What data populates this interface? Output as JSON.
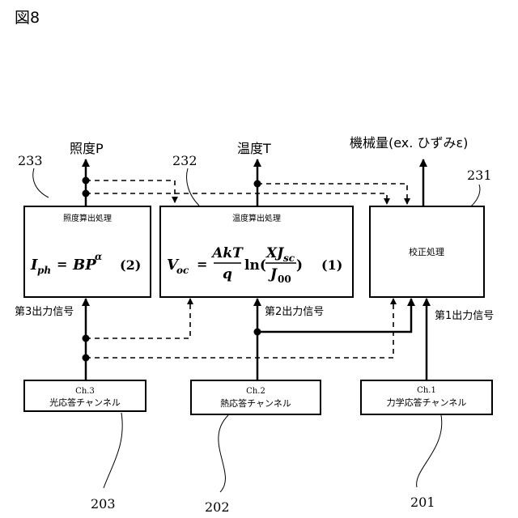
{
  "figure_label": "図8",
  "outputs": {
    "illuminance": "照度P",
    "temperature": "温度T",
    "mechanical": "機械量(ex. ひずみε)"
  },
  "blocks": {
    "b233": {
      "ref": "233",
      "title": "照度算出処理",
      "eq_lhs_main": "I",
      "eq_lhs_sub": "ph",
      "eq_eq": "=",
      "eq_rhs_main": "BP",
      "eq_rhs_sup": "α",
      "eq_num": "(2)"
    },
    "b232": {
      "ref": "232",
      "title": "温度算出処理",
      "eq_lhs_main": "V",
      "eq_lhs_sub": "oc",
      "eq_eq": "=",
      "frac1_num": "AkT",
      "frac1_den": "q",
      "ln": "ln(",
      "frac2_num_main": "XJ",
      "frac2_num_sub": "sc",
      "frac2_den_main": "J",
      "frac2_den_sub": "00",
      "close": ")",
      "eq_num": "(1)"
    },
    "b231": {
      "ref": "231",
      "title": "校正処理"
    }
  },
  "signals": {
    "s3": "第3出力信号",
    "s2": "第2出力信号",
    "s1": "第1出力信号"
  },
  "channels": {
    "ch3": {
      "code": "Ch.3",
      "name": "光応答チャンネル",
      "ref": "203"
    },
    "ch2": {
      "code": "Ch.2",
      "name": "熱応答チャンネル",
      "ref": "202"
    },
    "ch1": {
      "code": "Ch.1",
      "name": "力学応答チャンネル",
      "ref": "201"
    }
  }
}
